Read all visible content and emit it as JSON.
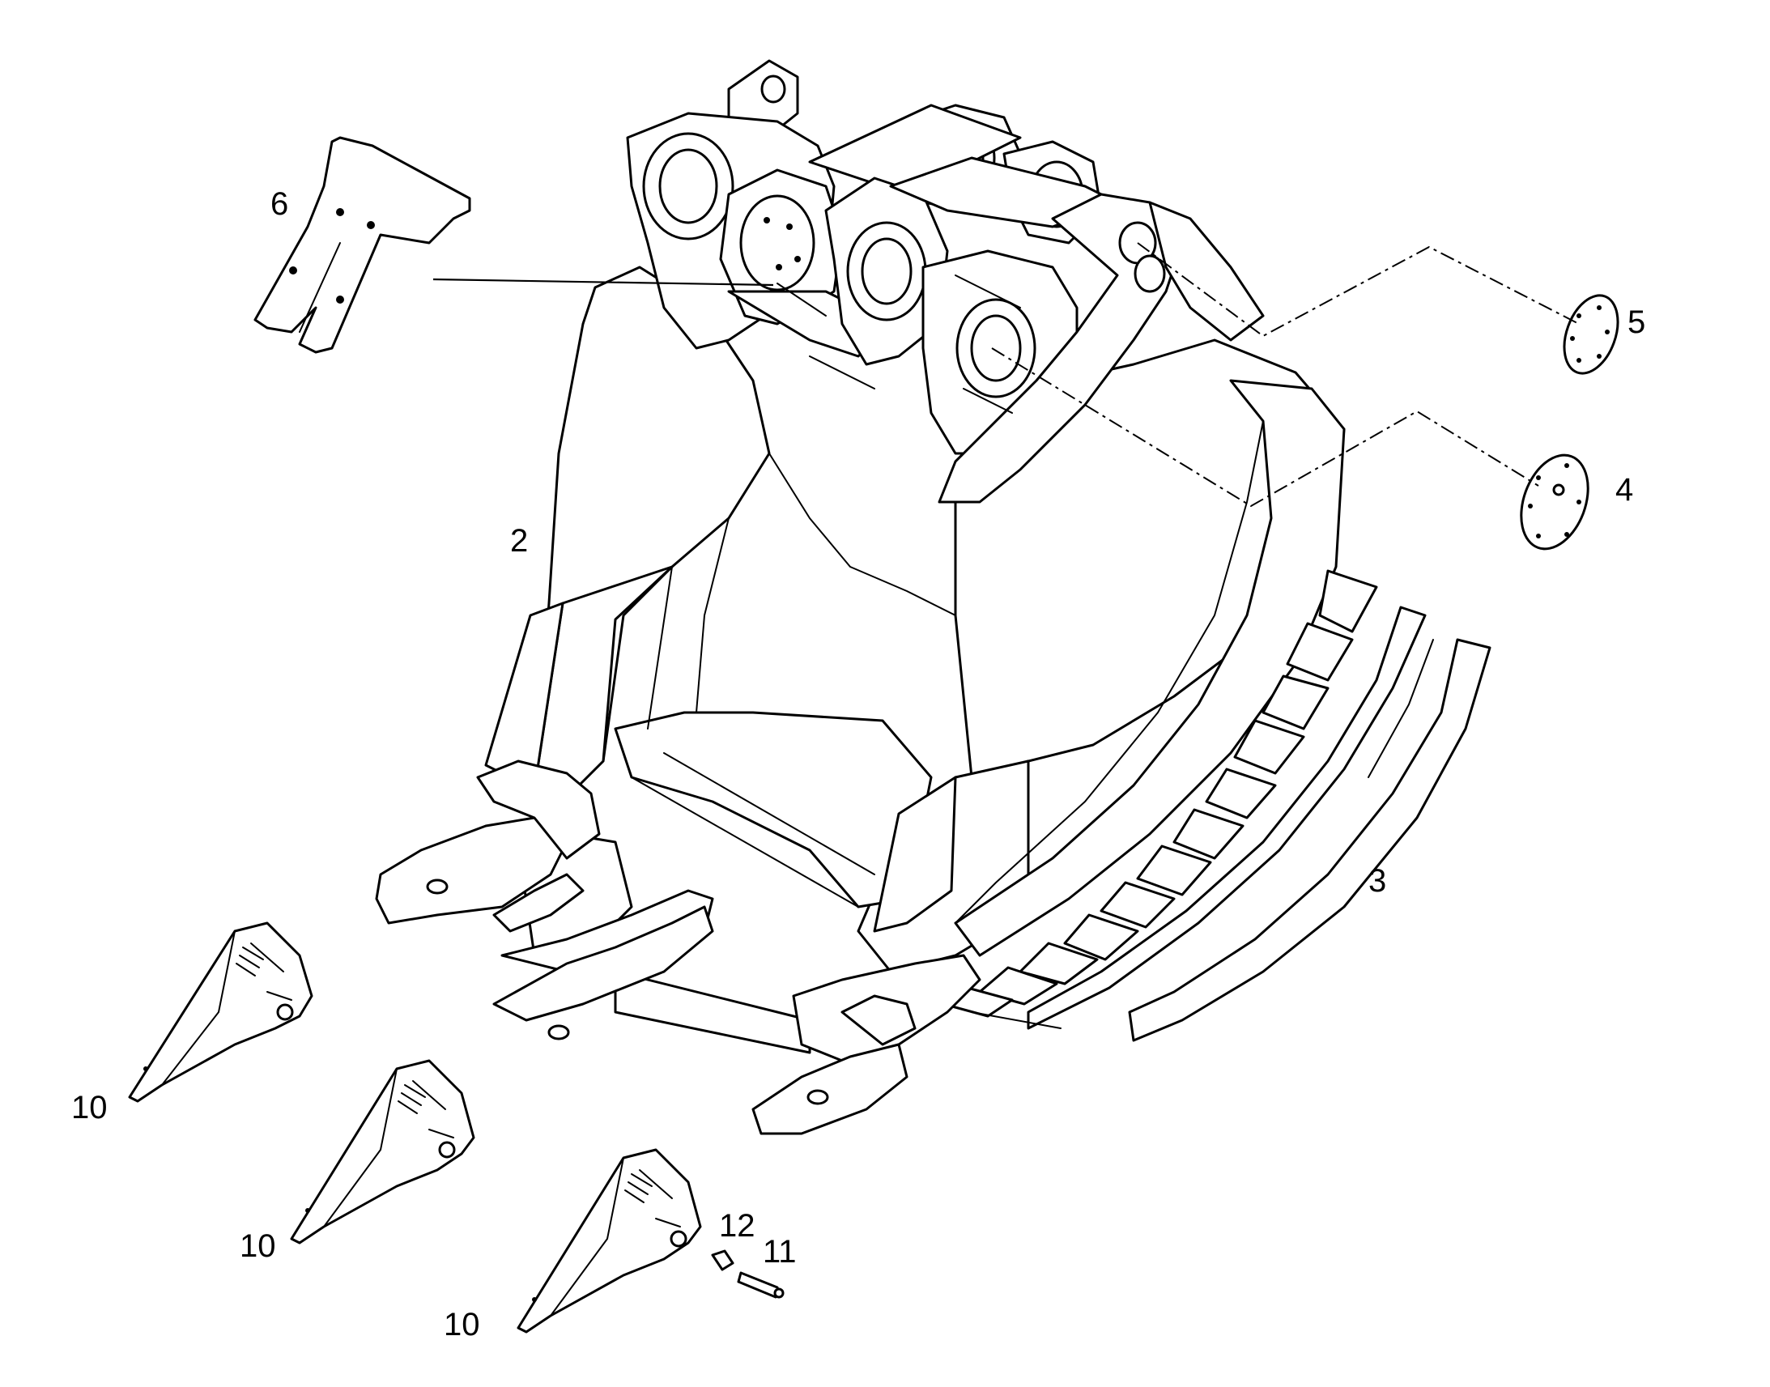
{
  "diagram": {
    "colors": {
      "line": "#000000",
      "background": "#ffffff"
    },
    "callouts": [
      {
        "id": "c2",
        "label": "2"
      },
      {
        "id": "c3",
        "label": "3"
      },
      {
        "id": "c4",
        "label": "4"
      },
      {
        "id": "c5",
        "label": "5"
      },
      {
        "id": "c6",
        "label": "6"
      },
      {
        "id": "c10a",
        "label": "10"
      },
      {
        "id": "c10b",
        "label": "10"
      },
      {
        "id": "c10c",
        "label": "10"
      },
      {
        "id": "c11",
        "label": "11"
      },
      {
        "id": "c12",
        "label": "12"
      }
    ]
  }
}
